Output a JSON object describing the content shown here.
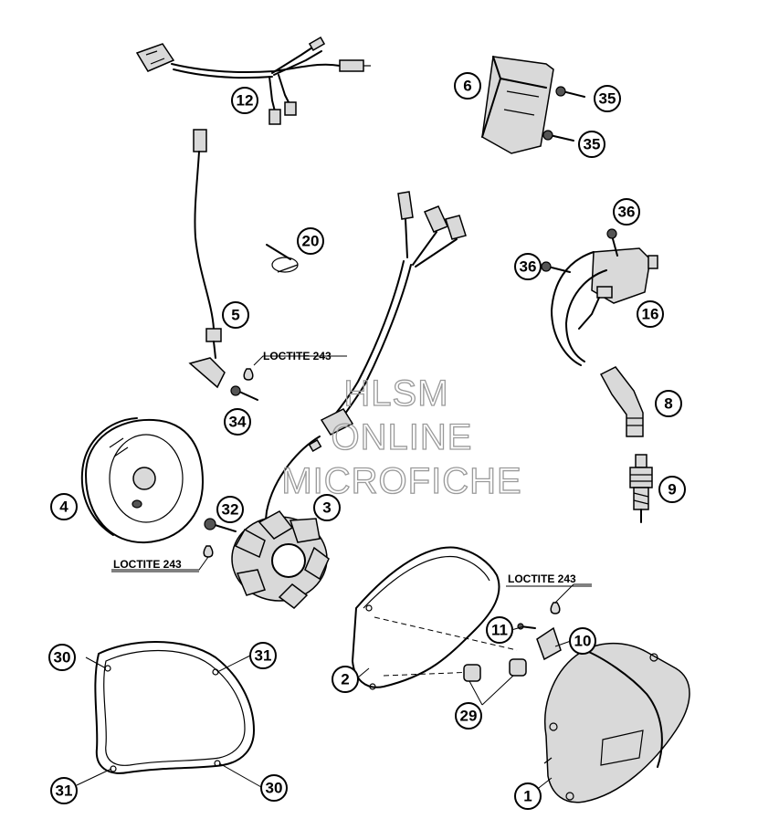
{
  "watermark": [
    "HLSM",
    "ONLINE",
    "MICROFICHE"
  ],
  "notes": {
    "loctite_a": "LOCTITE 243",
    "loctite_b": "LOCTITE 243",
    "loctite_c": "LOCTITE 243"
  },
  "callouts": {
    "c1": "1",
    "c2": "2",
    "c3": "3",
    "c4": "4",
    "c5": "5",
    "c6": "6",
    "c8": "8",
    "c9": "9",
    "c10": "10",
    "c11": "11",
    "c12": "12",
    "c16": "16",
    "c20": "20",
    "c29": "29",
    "c30a": "30",
    "c30b": "30",
    "c31a": "31",
    "c31b": "31",
    "c32": "32",
    "c34": "34",
    "c35a": "35",
    "c35b": "35",
    "c36a": "36",
    "c36b": "36"
  }
}
